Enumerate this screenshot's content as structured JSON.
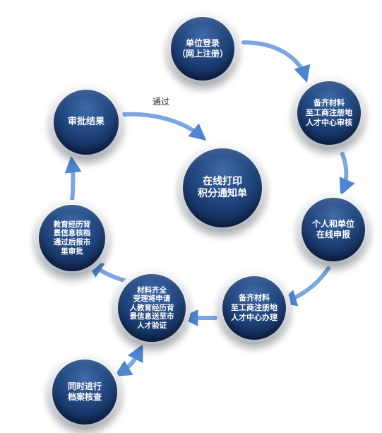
{
  "nodes": {
    "register": "单位登录\n（网上注册）",
    "materials_review": "备齐材料\n至工商注册地\n人才中心审核",
    "online_apply": "个人和单位\n在线申报",
    "materials_process": "备齐材料\n至工商注册地\n人才中心办理",
    "accept_verify": "材料齐全\n受理将申请\n人教育经历背\n景信息送至市\n人才验证",
    "archive_check": "同时进行\n档案核查",
    "edu_check": "教育经历背\n景信息核档\n通过后报市\n里审批",
    "approval_result": "审批结果",
    "print_notice": "在线打印\n积分通知单"
  },
  "edge_labels": {
    "pass": "通过"
  },
  "colors": {
    "node_fill": "#1a3a6e",
    "ring": "#d9dbdf",
    "arrow": "#5b8fd6"
  }
}
